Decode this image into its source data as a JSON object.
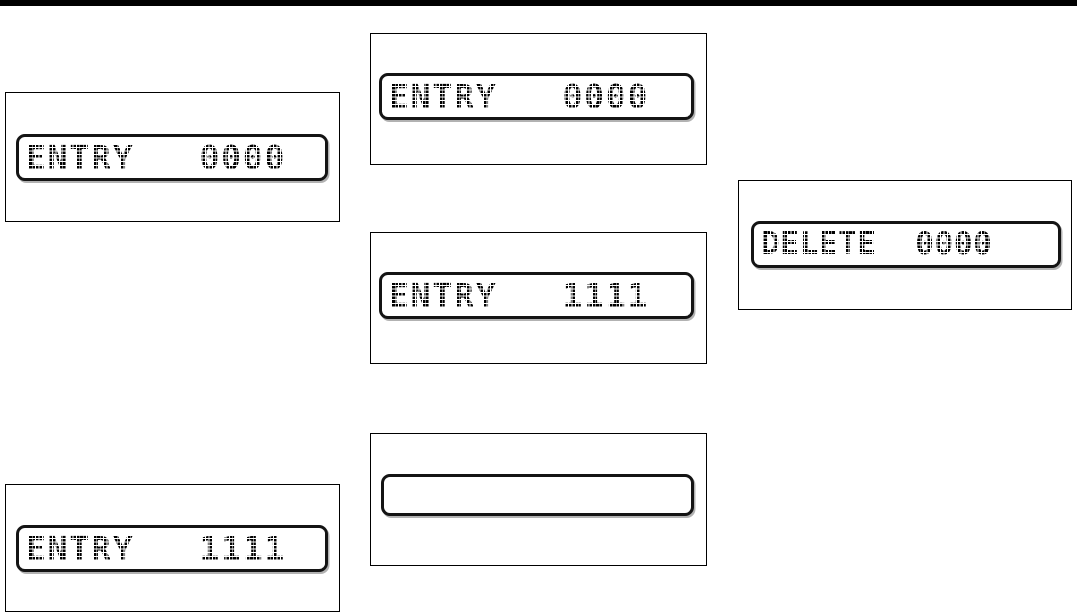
{
  "page": {
    "background_color": "#ffffff",
    "ink_color": "#000000"
  },
  "top_rule": {
    "name": "top-black-rule",
    "color": "#000000"
  },
  "panels": [
    {
      "id": "panel-1",
      "position": "top-left",
      "display": {
        "label": "ENTRY",
        "value": "0000",
        "text": "ENTRY   0000",
        "empty": false
      }
    },
    {
      "id": "panel-2",
      "position": "top-middle",
      "display": {
        "label": "ENTRY",
        "value": "0000",
        "text": "ENTRY   0000",
        "empty": false
      }
    },
    {
      "id": "panel-3",
      "position": "center-middle",
      "display": {
        "label": "ENTRY",
        "value": "1111",
        "text": "ENTRY   1111",
        "empty": false
      }
    },
    {
      "id": "panel-4",
      "position": "right",
      "display": {
        "label": "DELETE",
        "value": "0000",
        "text": "DELETE  0000",
        "empty": false
      }
    },
    {
      "id": "panel-5",
      "position": "bottom-left",
      "display": {
        "label": "ENTRY",
        "value": "1111",
        "text": "ENTRY   1111",
        "empty": false
      }
    },
    {
      "id": "panel-6",
      "position": "bottom-middle",
      "display": {
        "label": "",
        "value": "",
        "text": "",
        "empty": true
      }
    }
  ]
}
